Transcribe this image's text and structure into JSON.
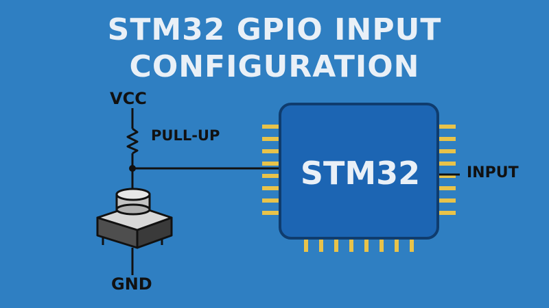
{
  "title": {
    "line1": "STM32 GPIO INPUT",
    "line2": "CONFIGURATION"
  },
  "labels": {
    "vcc": "VCC",
    "pullup": "PULL-UP",
    "gnd": "GND",
    "chip": "STM32",
    "input": "INPUT"
  },
  "colors": {
    "background": "#2f7fc2",
    "chip_body": "#1c65b3",
    "chip_border": "#0f3c6e",
    "pins": "#e8c34a",
    "wire": "#111111",
    "title_text": "#e9f0f7"
  },
  "icons": {
    "resistor": "resistor-icon",
    "push_button": "push-button-icon",
    "chip": "microcontroller-chip-icon"
  }
}
